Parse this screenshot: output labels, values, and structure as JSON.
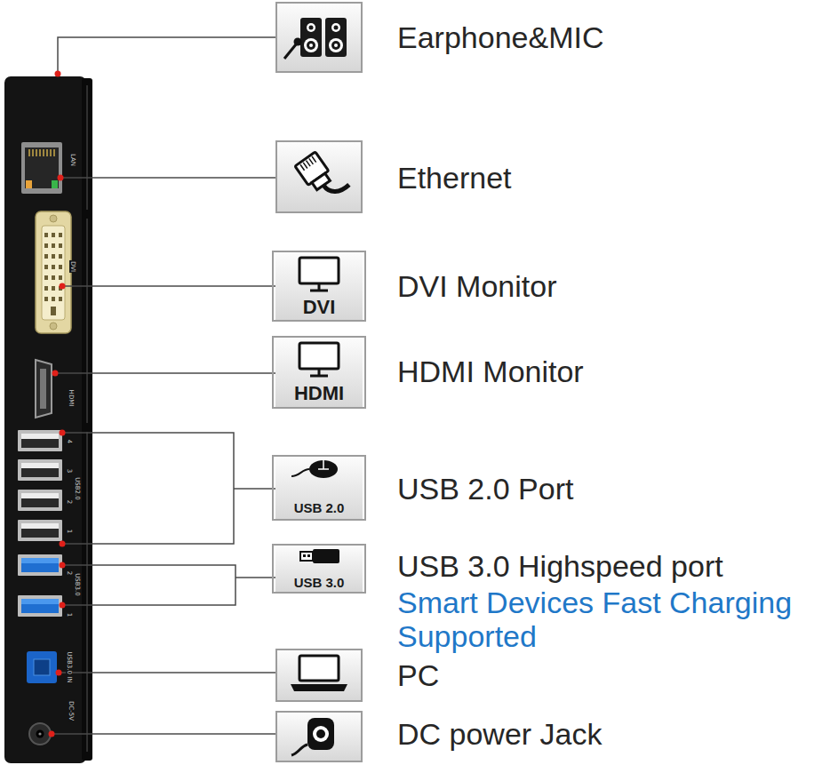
{
  "diagram": {
    "nodes": [
      {
        "text": [
          "Earphone&MIC"
        ]
      },
      {
        "text": [
          "Ethernet"
        ]
      },
      {
        "text": [
          "DVI",
          "DVI Monitor"
        ]
      },
      {
        "text": [
          "HDMI",
          "HDMI Monitor"
        ]
      },
      {
        "text": [
          "USB 2.0",
          "USB 2.0 Port"
        ]
      },
      {
        "text": [
          "USB 3.0",
          "USB 3.0 Highspeed port",
          "Smart Devices Fast Charging Supported"
        ]
      },
      {
        "text": [
          "PC"
        ]
      },
      {
        "text": [
          "DC power Jack"
        ]
      }
    ],
    "labels": [
      "LAN",
      "DVI",
      "HDMI",
      "4",
      "3",
      "USB2.0",
      "2",
      "1",
      "2",
      "USB3.0",
      "1",
      "USB3.0 IN",
      "DC-5V"
    ]
  }
}
